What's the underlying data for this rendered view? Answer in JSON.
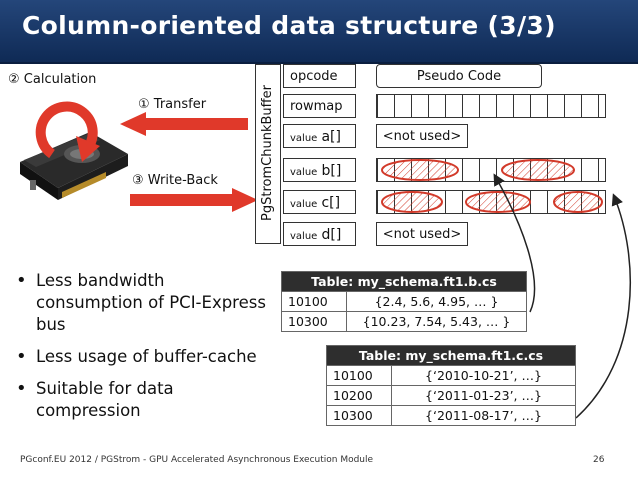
{
  "title": "Column-oriented data structure (3/3)",
  "labels": {
    "calculation": "② Calculation",
    "transfer": "① Transfer",
    "writeback": "③ Write-Back",
    "chunk_buffer": "PgStromChunkBuffer"
  },
  "rows": {
    "opcode": "opcode",
    "rowmap": "rowmap",
    "value_word": "value",
    "a": "a[]",
    "b": "b[]",
    "c": "c[]",
    "d": "d[]",
    "pseudo_code": "Pseudo Code",
    "not_used": "<not used>"
  },
  "bullets": [
    "Less bandwidth consumption of PCI-Express bus",
    "Less usage of buffer-cache",
    "Suitable for data compression"
  ],
  "table_b": {
    "title": "Table: my_schema.ft1.b.cs",
    "rows": [
      [
        "10100",
        "{2.4, 5.6, 4.95, … }"
      ],
      [
        "10300",
        "{10.23, 7.54, 5.43, … }"
      ]
    ]
  },
  "table_c": {
    "title": "Table: my_schema.ft1.c.cs",
    "rows": [
      [
        "10100",
        "{‘2010-10-21’, …}"
      ],
      [
        "10200",
        "{‘2011-01-23’, …}"
      ],
      [
        "10300",
        "{‘2011-08-17’, …}"
      ]
    ]
  },
  "footer": "PGconf.EU 2012 / PGStrom - GPU Accelerated Asynchronous Execution Module",
  "page_number": "26",
  "colors": {
    "title_bg": "#1a3768",
    "arrow_red": "#e0392a",
    "ellipse_red": "#d23a2a"
  }
}
